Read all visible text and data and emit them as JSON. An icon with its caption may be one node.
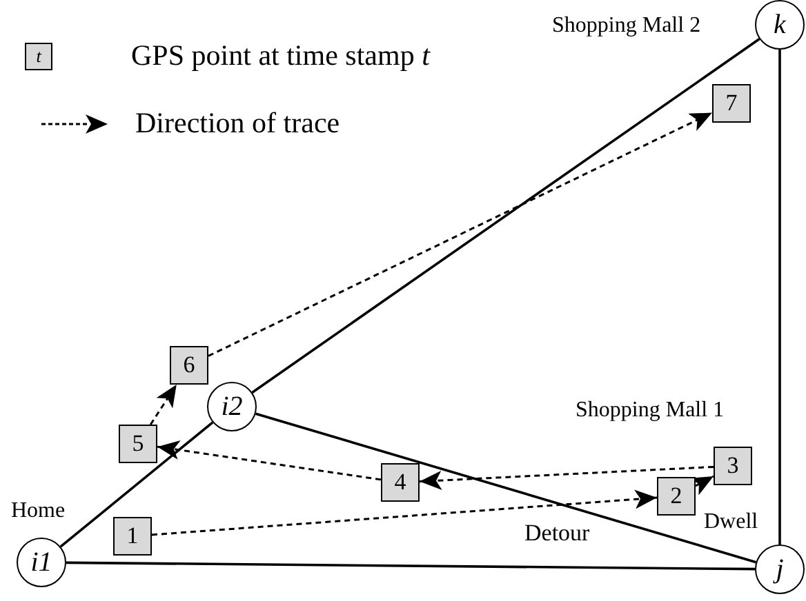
{
  "diagram": {
    "nodes": [
      {
        "text": [
          "k"
        ],
        "beside": [
          "Shopping Mall 2"
        ]
      },
      {
        "text": [
          "7"
        ]
      },
      {
        "text": [
          "6"
        ]
      },
      {
        "text": [
          "i2"
        ]
      },
      {
        "text": [
          "3"
        ]
      },
      {
        "text": [
          "5"
        ]
      },
      {
        "text": [
          "4"
        ]
      },
      {
        "text": [
          "1"
        ]
      },
      {
        "text": [
          "2"
        ]
      },
      {
        "text": [
          "i1"
        ],
        "beside": [
          "Home"
        ]
      },
      {
        "text": [
          "j"
        ]
      }
    ],
    "edges": [
      {
        "from": 9,
        "to": 3,
        "arrow": "none"
      },
      {
        "from": 3,
        "to": 0,
        "arrow": "none"
      },
      {
        "from": 9,
        "to": 10,
        "arrow": "none"
      },
      {
        "from": 3,
        "to": 10,
        "arrow": "none"
      },
      {
        "from": 10,
        "to": 0,
        "arrow": "none"
      },
      {
        "from": 7,
        "to": 8,
        "arrow": "to",
        "style": "dashed",
        "label": "Detour"
      },
      {
        "from": 8,
        "to": 4,
        "arrow": "to",
        "style": "dashed"
      },
      {
        "from": 4,
        "to": 6,
        "arrow": "to",
        "style": "dashed"
      },
      {
        "from": 6,
        "to": 5,
        "arrow": "to",
        "style": "dashed"
      },
      {
        "from": 5,
        "to": 2,
        "arrow": "to",
        "style": "dashed"
      },
      {
        "from": 2,
        "to": 1,
        "arrow": "to",
        "style": "dashed"
      }
    ],
    "labels": [
      "t",
      "Shopping Mall 1",
      "Dwell"
    ],
    "legend": [
      {
        "text": "GPS point at time stamp *t*"
      },
      {
        "text": "Direction of trace"
      }
    ]
  }
}
